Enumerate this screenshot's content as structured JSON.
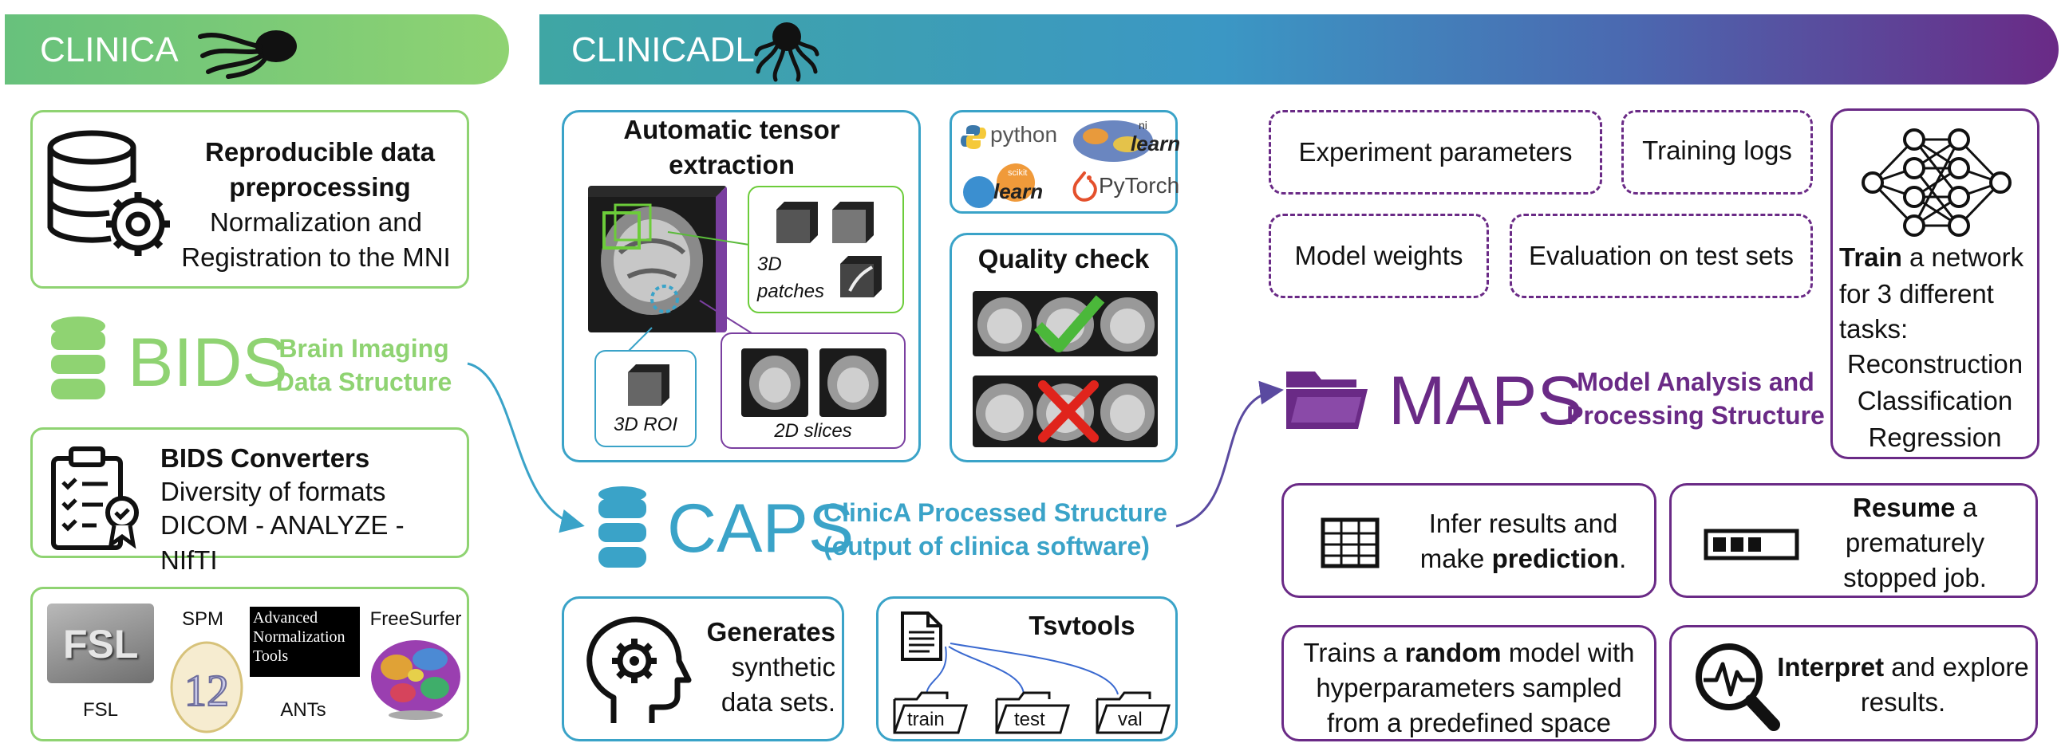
{
  "banners": {
    "clinica": "CLINICA",
    "clinicadl": "CLINICADL"
  },
  "clinica": {
    "preproc": {
      "title": "Reproducible data preprocessing",
      "body": "Normalization and Registration to the MNI"
    },
    "bids": {
      "acronym": "BIDS",
      "full": "Brain Imaging Data Structure"
    },
    "converters": {
      "title": "BIDS Converters",
      "line1": "Diversity of formats",
      "line2": "DICOM - ANALYZE - NIfTI"
    },
    "tools": {
      "fsl_logo": "FSL",
      "fsl": "FSL",
      "spm": "SPM",
      "ants_logo": "Advanced Normalization Tools",
      "ants": "ANTs",
      "freesurfer": "FreeSurfer"
    }
  },
  "caps": {
    "acronym": "CAPS",
    "line1": "ClinicA Processed Structure",
    "line2": "(output of clinica software)"
  },
  "extraction": {
    "title": "Automatic tensor extraction",
    "patches": "3D patches",
    "roi": "3D ROI",
    "slices": "2D slices"
  },
  "libs": {
    "python": "python",
    "nilearn_ni": "ni",
    "nilearn": "learn",
    "sklearn_small": "scikit",
    "sklearn": "learn",
    "pytorch": "PyTorch"
  },
  "quality": {
    "title": "Quality check"
  },
  "generates": {
    "bold": "Generates",
    "rest1": "synthetic",
    "rest2": "data sets."
  },
  "tsvtools": {
    "title": "Tsvtools",
    "folders": [
      "train",
      "test",
      "val"
    ]
  },
  "maps_items": {
    "params": "Experiment parameters",
    "logs": "Training logs",
    "weights": "Model weights",
    "eval": "Evaluation on test sets"
  },
  "train": {
    "bold": "Train",
    "l1": " a network",
    "l2": "for 3 different",
    "l3": "tasks:",
    "tasks": [
      "Reconstruction",
      "Classification",
      "Regression"
    ]
  },
  "maps": {
    "acronym": "MAPS",
    "line1": "Model Analysis and",
    "line2": "Processing Structure"
  },
  "infer": {
    "l1": "Infer results and",
    "l2a": "make ",
    "l2b": "prediction",
    "l2c": "."
  },
  "resume": {
    "bold": "Resume",
    "l1": " a",
    "l2": "prematurely",
    "l3": "stopped job."
  },
  "random": {
    "l1a": "Trains a ",
    "l1b": "random",
    "l1c": " model with",
    "l2": "hyperparameters sampled",
    "l3": "from a predefined space"
  },
  "interpret": {
    "bold": "Interpret",
    "l1": " and explore",
    "l2": "results."
  },
  "colors": {
    "green": "#8fd372",
    "blue": "#3aa3c8",
    "purple": "#6a2a86",
    "teal": "#3fa6a4"
  }
}
